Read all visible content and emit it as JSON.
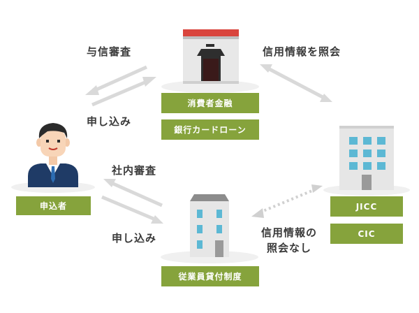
{
  "labels": {
    "credit_review": "与信審査",
    "apply_top": "申し込み",
    "credit_inquiry": "信用情報を照会",
    "internal_review": "社内審査",
    "apply_bottom": "申し込み",
    "no_inquiry_line1": "信用情報の",
    "no_inquiry_line2": "照会なし"
  },
  "boxes": {
    "applicant": "申込者",
    "consumer_finance": "消費者金融",
    "bank_card_loan": "銀行カードローン",
    "jicc": "JICC",
    "cic": "CIC",
    "employee_loan": "従業員貸付制度"
  },
  "colors": {
    "box_green": "#86a33c",
    "arrow_gray": "#d9d9d9",
    "ground": "#f0f0f0",
    "building_gray": "#e6e6e6",
    "window_blue": "#5cb8d4",
    "roof_red": "#d9453d"
  }
}
